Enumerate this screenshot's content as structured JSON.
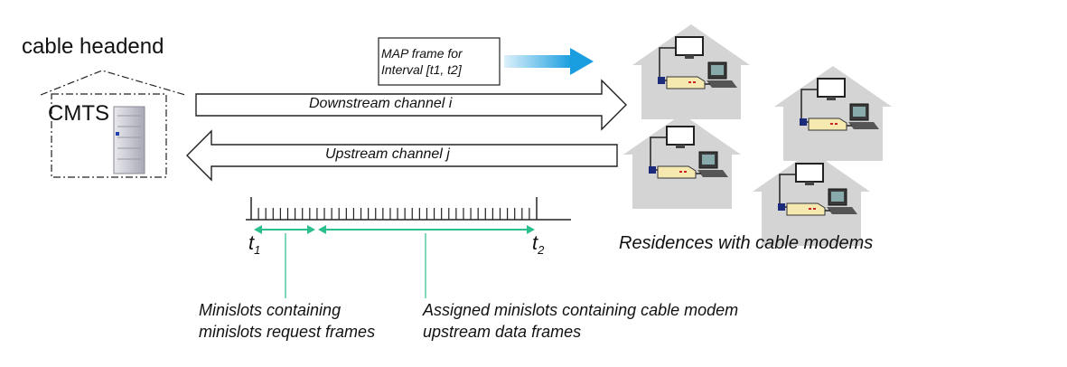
{
  "headend": {
    "title": "cable headend",
    "cmts_label": "CMTS"
  },
  "map_frame": {
    "line1": "MAP frame for",
    "line2": "Interval [t1, t2]"
  },
  "channels": {
    "downstream": "Downstream channel i",
    "upstream": "Upstream channel j"
  },
  "timeline": {
    "t1_main": "t",
    "t1_sub": "1",
    "t2_main": "t",
    "t2_sub": "2",
    "request_label_line1": "Minislots containing",
    "request_label_line2": "minislots request frames",
    "assigned_label_line1": "Assigned minislots containing cable modem",
    "assigned_label_line2": "upstream data frames"
  },
  "residences": {
    "caption": "Residences with cable modems",
    "count": 4
  },
  "colors": {
    "accent_arrow": "#1a9ee0",
    "timeline_marker": "#2bbf8f",
    "house": "#d4d4d4",
    "modem": "#f5e9b0"
  }
}
